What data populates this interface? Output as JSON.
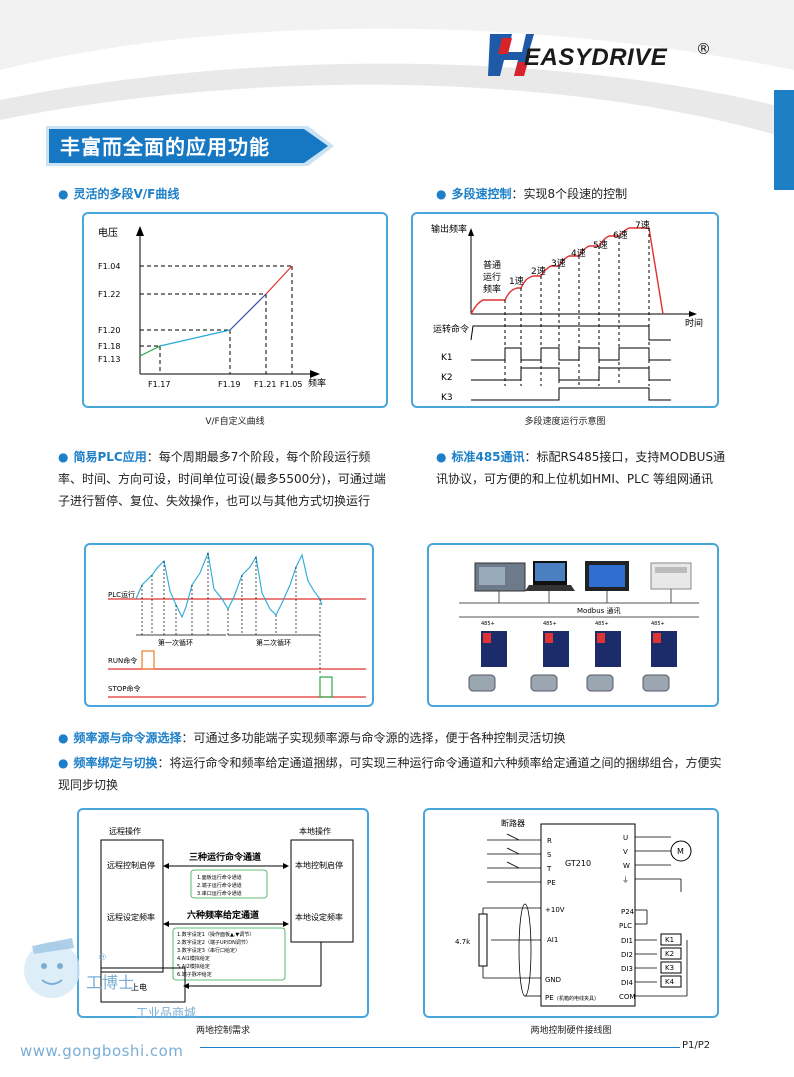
{
  "brand": {
    "name": "EASYDRIVE",
    "registered": "®"
  },
  "section_title": "丰富而全面的应用功能",
  "feature_vf": {
    "heading": "灵活的多段V/F曲线",
    "caption": "V/F自定义曲线",
    "chart": {
      "y_label": "电压",
      "x_label": "频率",
      "y_ticks": [
        "F1.04",
        "F1.22",
        "F1.20",
        "F1.18",
        "F1.13"
      ],
      "x_ticks": [
        "F1.17",
        "F1.19",
        "F1.21",
        "F1.05"
      ]
    }
  },
  "feature_multispeed": {
    "heading": "多段速控制",
    "text": "：实现8个段速的控制",
    "caption": "多段速度运行示意图",
    "chart": {
      "y_label": "输出频率",
      "x_label": "时间",
      "run_label": "运转命令",
      "normal_label": [
        "普通",
        "运行",
        "频率"
      ],
      "speeds": [
        "1速",
        "2速",
        "3速",
        "4速",
        "5速",
        "6速",
        "7速"
      ],
      "signals": [
        "K1",
        "K2",
        "K3"
      ]
    }
  },
  "feature_plc": {
    "heading": "简易PLC应用",
    "text": "：每个周期最多7个阶段，每个阶段运行频率、时间、方向可设，时间单位可设(最多5500分)，可通过端子进行暂停、复位、失效操作，也可以与其他方式切换运行",
    "chart": {
      "plc_label": "PLC运行",
      "run_label": "RUN命令",
      "stop_label": "STOP命令",
      "cycle1": "第一次循环",
      "cycle2": "第二次循环"
    }
  },
  "feature_485": {
    "heading": "标准485通讯",
    "text": "：标配RS485接口，支持MODBUS通讯协议，可方便的和上位机如HMI、PLC 等组网通讯",
    "bus_label": "Modbus 通讯",
    "port_label": "485+"
  },
  "feature_source": {
    "heading": "频率源与命令源选择",
    "text": "：可通过多功能端子实现频率源与命令源的选择，便于各种控制灵活切换"
  },
  "feature_binding": {
    "heading": "频率绑定与切换",
    "text": "：将运行命令和频率给定通道捆绑，可实现三种运行命令通道和六种频率给定通道之间的捆绑组合，方便实现同步切换"
  },
  "diagram_remote": {
    "caption": "两地控制需求",
    "remote_title": "远程操作",
    "remote_start": "远程控制启停",
    "remote_freq": "远程设定频率",
    "local_title": "本地操作",
    "local_start": "本地控制启停",
    "local_freq": "本地设定频率",
    "cmd_title": "三种运行命令通道",
    "cmd_items": [
      "1.面板运行命令通道",
      "2.端子运行命令通道",
      "3.串口运行命令通道"
    ],
    "freq_title": "六种频率给定通道",
    "freq_items": [
      "1.数字设定1（操作面板▲,▼调节）",
      "2.数字设定2（端子UP/DN调节）",
      "3.数字设定3（串行口给定）",
      "4.AI1模拟给定",
      "5.AI2模拟给定",
      "6.端子脉冲给定"
    ],
    "power": "上电"
  },
  "diagram_wiring": {
    "caption": "两地控制硬件接线图",
    "breaker": "断路器",
    "model": "GT210",
    "inputs": [
      "R",
      "S",
      "T",
      "PE"
    ],
    "outputs": [
      "U",
      "V",
      "W",
      "⏚"
    ],
    "motor": "M",
    "left_terms": [
      "+10V",
      "AI1",
      "GND",
      "PE"
    ],
    "pe_note": "(机箱的电线夹具)",
    "pot": "4.7k",
    "right_terms": [
      "P24",
      "PLC",
      "DI1",
      "DI2",
      "DI3",
      "DI4",
      "COM"
    ],
    "switches": [
      "K1",
      "K2",
      "K3",
      "K4"
    ]
  },
  "watermark": {
    "name": "工博士",
    "shop": "工业品商城",
    "url": "www.gongboshi.com"
  },
  "page": "P1/P2",
  "colors": {
    "accent": "#1d7fc8",
    "banner": "#1677c3",
    "red": "#e03030"
  }
}
